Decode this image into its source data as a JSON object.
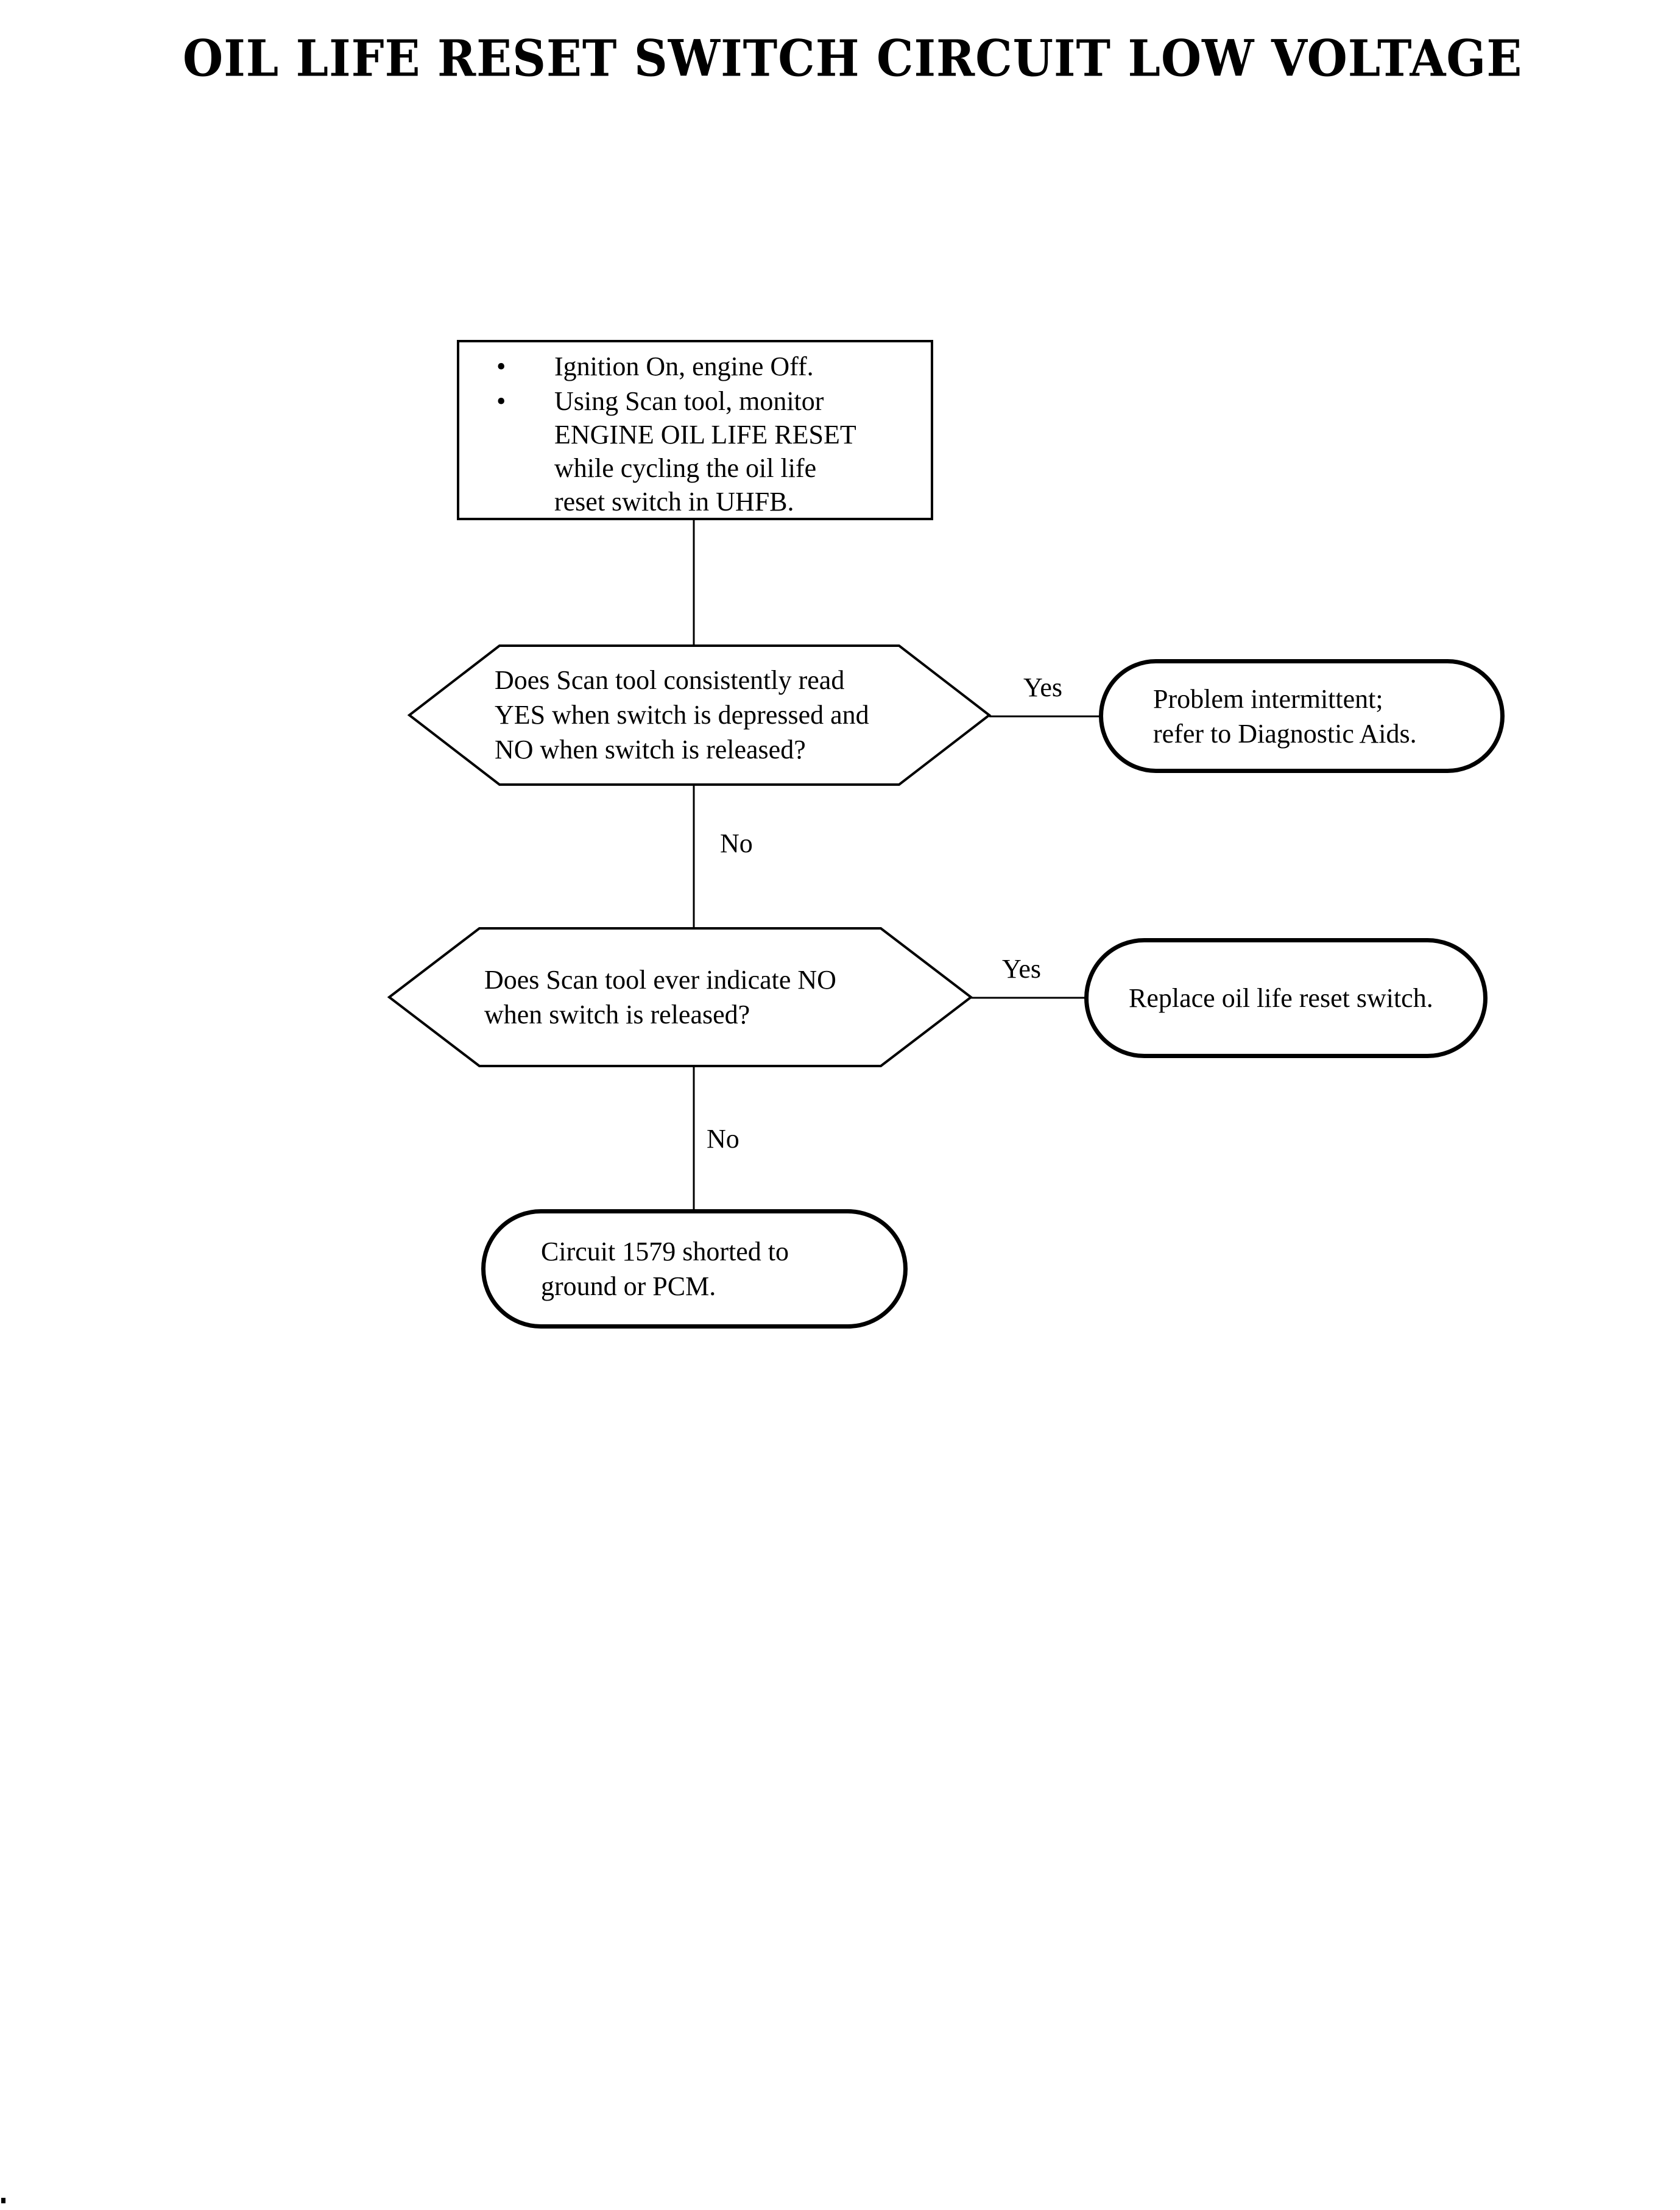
{
  "colors": {
    "ink": "#000000",
    "background": "#ffffff"
  },
  "title": "OIL LIFE RESET SWITCH CIRCUIT LOW VOLTAGE",
  "flow": {
    "start": {
      "bullets": [
        {
          "marker": "•",
          "lines": [
            "Ignition On, engine Off."
          ]
        },
        {
          "marker": "•",
          "lines": [
            "Using Scan tool, monitor",
            "ENGINE OIL LIFE RESET",
            "while cycling the oil life",
            "reset switch in UHFB."
          ]
        }
      ]
    },
    "decision1": {
      "question_lines": [
        "Does Scan tool consistently read",
        "YES when switch is depressed and",
        "NO when switch is released?"
      ],
      "yes_label": "Yes",
      "no_label": "No",
      "yes_result_lines": [
        "Problem intermittent;",
        "refer to Diagnostic Aids."
      ]
    },
    "decision2": {
      "question_lines": [
        "Does Scan tool ever indicate NO",
        "when switch is released?"
      ],
      "yes_label": "Yes",
      "no_label": "No",
      "yes_result_lines": [
        "Replace oil life reset switch."
      ]
    },
    "final_result_lines": [
      "Circuit 1579 shorted to",
      "ground or PCM."
    ]
  }
}
